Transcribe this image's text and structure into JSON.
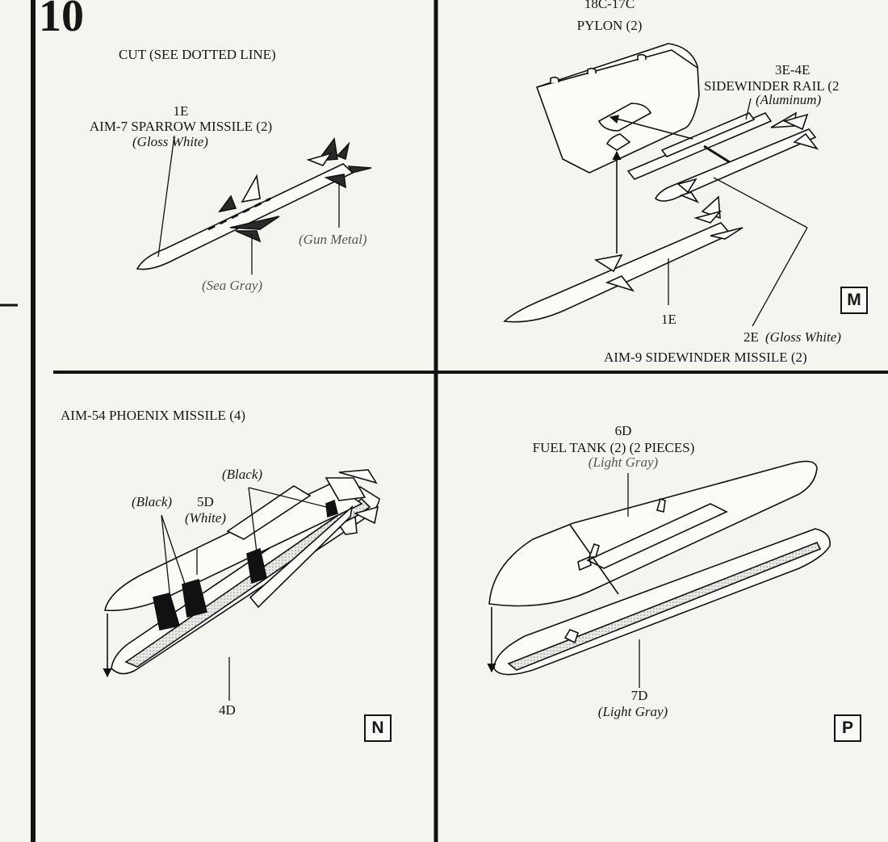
{
  "step_number": "10",
  "panel_m": {
    "badge": "M",
    "cut_note": "CUT (SEE DOTTED LINE)",
    "sparrow_part": "1E",
    "sparrow_name": "AIM-7 SPARROW MISSILE (2)",
    "sparrow_color": "(Gloss White)",
    "gun_metal": "(Gun Metal)",
    "sea_gray": "(Sea Gray)",
    "pylon_part": "18C-17C",
    "pylon_name": "PYLON (2)",
    "rail_part": "3E-4E",
    "rail_name": "SIDEWINDER RAIL (2",
    "rail_color": "(Aluminum)",
    "lower_part": "1E",
    "sidewinder_part": "2E",
    "sidewinder_color": "(Gloss White)",
    "sidewinder_name": "AIM-9 SIDEWINDER MISSILE (2)"
  },
  "panel_n": {
    "badge": "N",
    "title": "AIM-54 PHOENIX MISSILE (4)",
    "black_1": "(Black)",
    "black_2": "(Black)",
    "part_5d": "5D",
    "white": "(White)",
    "part_4d": "4D"
  },
  "panel_p": {
    "badge": "P",
    "tank_part": "6D",
    "tank_name": "FUEL TANK (2) (2 PIECES)",
    "tank_color": "(Light Gray)",
    "lower_part": "7D",
    "lower_color": "(Light Gray)"
  }
}
